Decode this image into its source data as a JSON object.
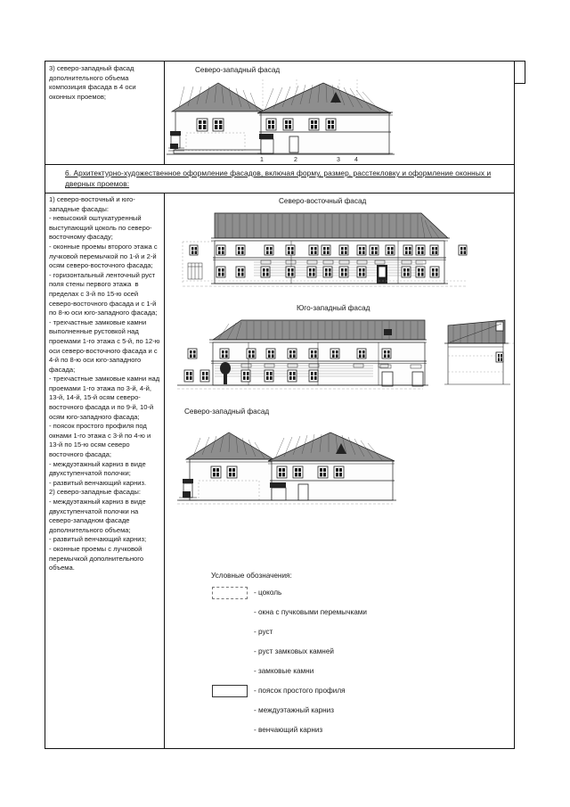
{
  "document": {
    "type": "architectural-heritage-passport-page",
    "language": "ru"
  },
  "corner_box": {
    "label": ""
  },
  "row_top": {
    "text": "3) северо-западный фасад дополнительного объема композиция фасада в 4 оси оконных проемов;",
    "drawing": {
      "caption": "Северо-западный фасад",
      "axis_labels": [
        "1",
        "2",
        "3",
        "4"
      ]
    }
  },
  "section_header": {
    "number": "6.",
    "text": "6. Архитектурно-художественное оформление фасадов, включая форму, размер, расстекловку и оформление оконных и дверных проемов:"
  },
  "row_body": {
    "text": "1) северо-восточный и юго-западные фасады:\n- невысокий оштукатуренный выступающий цоколь по северо-восточному фасаду;\n- оконные проемы второго этажа с лучковой перемычкой по 1-й и 2-й осям северо-восточного фасада;\n- горизонтальный ленточный руст поля стены первого этажа  в пределах с 3-й по 15-ю осей северо-восточного фасада и с 1-й по 8-ю оси юго-западного фасада;\n- трехчастные замковые камни выполненные рустовкой над проемами 1-го этажа с 5-й, по 12-ю оси северо-восточного фасада и с 4-й по 8-ю оси юго-западного фасада;\n- трехчастные замковые камни над проемами 1-го этажа по 3-й, 4-й, 13-й, 14-й, 15-й осям северо-восточного фасада и по 9-й, 10-й осям юго-западного фасада;\n- поясок простого профиля под окнами 1-го этажа с 3-й по 4-ю и 13-й по 15-ю осям северо восточного фасада;\n- междуэтажный карниз в виде двухступенчатой полочки;\n- развитый венчающий карниз.\n2) северо-западные фасады:\n- междуэтажный карниз в виде двухступенчатой полочки на северо-западном фасаде дополнительного объема;\n- развитый венчающий карниз;\n- оконные проемы с лучковой перемычкой дополнительного объема."
  },
  "drawings": [
    {
      "id": "northeast",
      "caption": "Северо-восточный фасад"
    },
    {
      "id": "southwest",
      "caption": "Юго-западный фасад"
    },
    {
      "id": "northwest",
      "caption": "Северо-западный фасад"
    }
  ],
  "legend": {
    "title": "Условные обозначения:",
    "items": [
      {
        "label": "- цоколь",
        "swatch": "dashed-rectangle"
      },
      {
        "label": "- окна с пучковыми перемычками",
        "swatch": "none"
      },
      {
        "label": "- руст",
        "swatch": "none"
      },
      {
        "label": "- руст замковых камней",
        "swatch": "none"
      },
      {
        "label": "- замковые камни",
        "swatch": "none"
      },
      {
        "label": "- поясок простого профиля",
        "swatch": "solid-rectangle"
      },
      {
        "label": "- междуэтажный карниз",
        "swatch": "none"
      },
      {
        "label": "- венчающий карниз",
        "swatch": "none"
      }
    ]
  },
  "colors": {
    "ink": "#1a1a1a",
    "border": "#111111",
    "roof_fill": "#8e8e8e",
    "wall_fill": "#fdfdfd"
  }
}
